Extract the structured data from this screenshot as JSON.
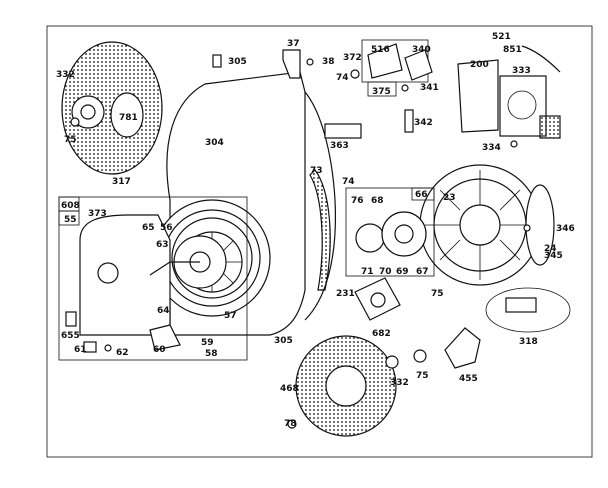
{
  "labels": {
    "l305a": "305",
    "l37": "37",
    "l38": "38",
    "l372": "372",
    "l516": "516",
    "l340": "340",
    "l74a": "74",
    "l375": "375",
    "l341": "341",
    "l521": "521",
    "l851": "851",
    "l200": "200",
    "l333": "333",
    "l332a": "332",
    "l781": "781",
    "l75a": "75",
    "l317": "317",
    "l304": "304",
    "l363": "363",
    "l342": "342",
    "l334": "334",
    "l73": "73",
    "l74b": "74",
    "l66": "66",
    "l76": "76",
    "l68": "68",
    "l23": "23",
    "l608": "608",
    "l373": "373",
    "l55": "55",
    "l65": "65",
    "l56": "56",
    "l63": "63",
    "l346": "346",
    "l71": "71",
    "l70": "70",
    "l69": "69",
    "l67": "67",
    "l75b": "75",
    "l24": "24",
    "l345": "345",
    "l231": "231",
    "l64": "64",
    "l57": "57",
    "l655": "655",
    "l61": "61",
    "l62": "62",
    "l60": "60",
    "l59": "59",
    "l58": "58",
    "l305b": "305",
    "l682": "682",
    "l318": "318",
    "l468": "468",
    "l332b": "332",
    "l75c": "75",
    "l455": "455",
    "l78": "78"
  }
}
